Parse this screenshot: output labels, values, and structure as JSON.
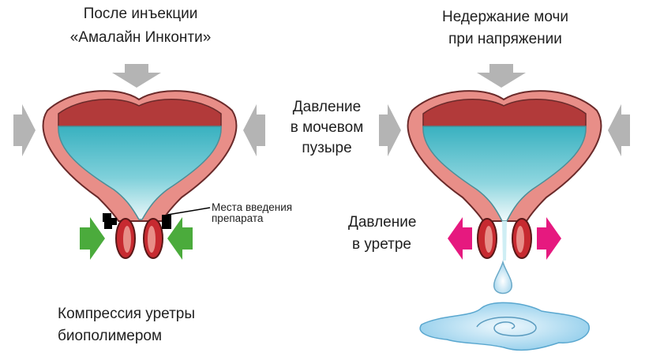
{
  "left_title": [
    "После инъекции",
    "«Амалайн Инконти»"
  ],
  "right_title": [
    "Недержание мочи",
    "при напряжении"
  ],
  "bladder_pressure_label": [
    "Давление",
    "в мочевом",
    "пузыре"
  ],
  "urethra_pressure_label": [
    "Давление",
    "в уретре"
  ],
  "injection_sites_label": [
    "Места введения",
    "препарата"
  ],
  "compression_label": [
    "Компрессия уретры",
    "биополимером"
  ],
  "colors": {
    "bladder_wall": "#e88e88",
    "bladder_inner": "#b23a3a",
    "urine": "#3eb6c4",
    "pressure_arrow": "#b4b4b4",
    "compression_arrow": "#4bab3c",
    "urethra_pressure_arrow": "#e6197f",
    "sphincter": "#c72a30",
    "puddle": "#a9d8ef"
  }
}
